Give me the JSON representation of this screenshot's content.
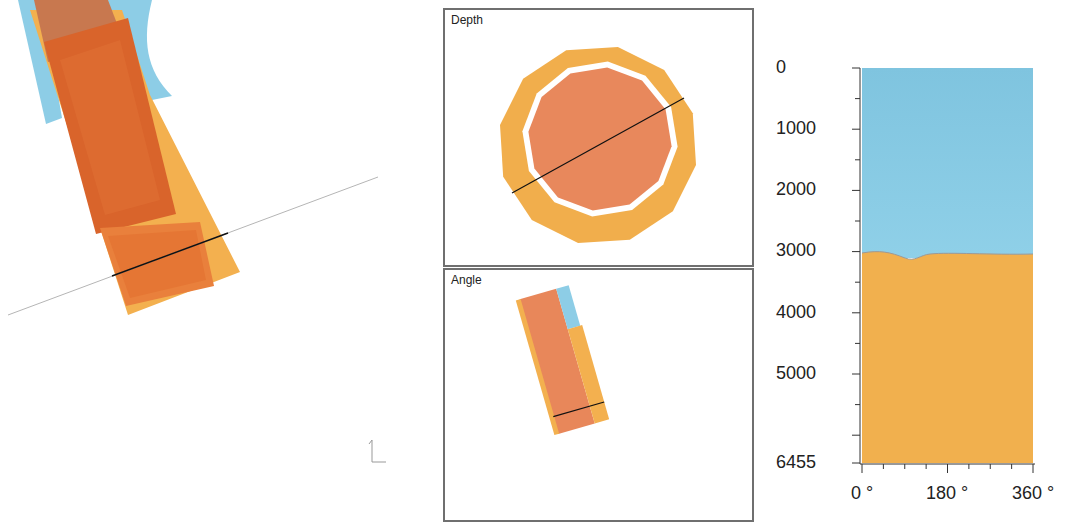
{
  "diagram": {
    "nodes": [
      {
        "text": [
          "Depth"
        ]
      },
      {
        "text": [
          "Angle"
        ]
      }
    ],
    "labels": [
      "0",
      "1000",
      "2000",
      "3000",
      "4000",
      "5000",
      "6455",
      "0 °",
      "180 °",
      "360 °"
    ]
  }
}
